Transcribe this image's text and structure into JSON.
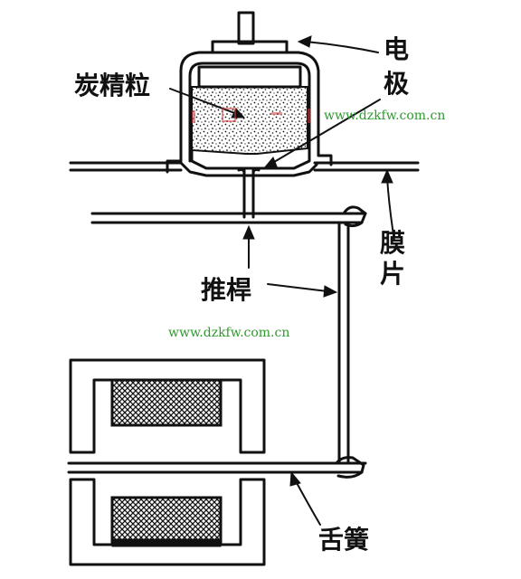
{
  "labels": {
    "carbon_granules": "炭精粒",
    "electrode_1": "电",
    "electrode_2": "极",
    "diaphragm_1": "膜",
    "diaphragm_2": "片",
    "push_rod": "推桿",
    "reed": "舌簧"
  },
  "watermarks": {
    "top": "www.dzkfw.com.cn",
    "middle": "www.dzkfw.com.cn"
  },
  "colors": {
    "ink": "#111111",
    "watermark": "#2e9a2e",
    "watermark_red": "#d23b3b"
  }
}
